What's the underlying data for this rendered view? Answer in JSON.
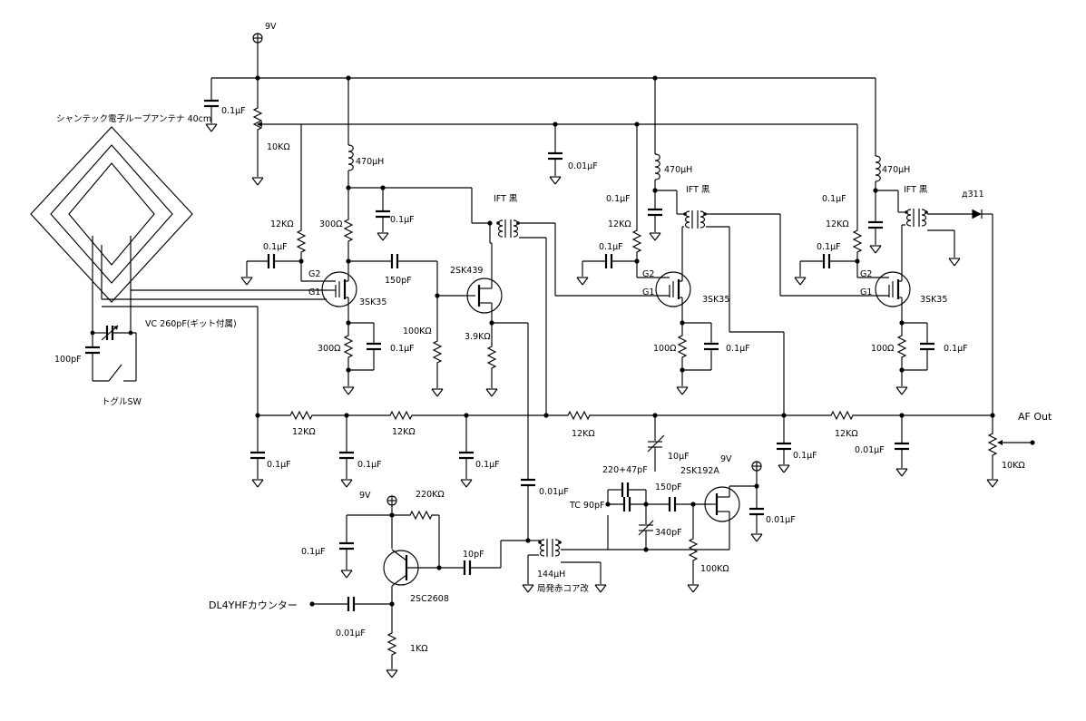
{
  "supply": "9V",
  "antenna": {
    "title": "シャンテック電子ループアンテナ 40cm"
  },
  "tuning": {
    "vc": "VC 260pF(ギット付属)",
    "cap": "100pF",
    "switch": "トグルSW"
  },
  "stage1": {
    "mosfet": "3SK35",
    "g1": "G1",
    "g2": "G2",
    "choke": "470μH",
    "r_drain": "300Ω",
    "r_source": "300Ω",
    "c_source": "0.1μF",
    "r_g2": "12KΩ",
    "c_g2": "0.1μF",
    "c_coupling": "150pF",
    "c_decouple": "0.1μF",
    "r_gate": "100KΩ",
    "supply_c": "0.1μF",
    "supply_r": "10KΩ",
    "bus_c": "0.01μF"
  },
  "buffer": {
    "fet": "2SK439",
    "r_source": "3.9KΩ",
    "ift": "IFT 黒"
  },
  "stage2": {
    "mosfet": "3SK35",
    "g1": "G1",
    "g2": "G2",
    "choke": "470μH",
    "c_supply": "0.1μF",
    "r_g2": "12KΩ",
    "c_g2": "0.1μF",
    "r_source": "100Ω",
    "c_source": "0.1μF",
    "ift": "IFT 黒"
  },
  "stage3": {
    "mosfet": "3SK35",
    "g1": "G1",
    "g2": "G2",
    "choke": "470μH",
    "c_supply": "0.1μF",
    "r_g2": "12KΩ",
    "c_g2": "0.1μF",
    "r_source": "100Ω",
    "c_source": "0.1μF",
    "ift": "IFT 黒"
  },
  "detector": {
    "diode": "д311",
    "output": "AF Out",
    "pot": "10KΩ"
  },
  "agc_bus": {
    "r1": "12KΩ",
    "r2": "12KΩ",
    "r3": "12KΩ",
    "r4": "12KΩ",
    "c1": "0.1μF",
    "c2": "0.1μF",
    "c3": "0.1μF",
    "c4": "0.1μF",
    "c5": "0.01μF",
    "c_var": "10μF",
    "c_link": "0.01μF"
  },
  "oscillator": {
    "fet": "2SK192A",
    "supply": "9V",
    "c_fixed": "220+47pF",
    "tc": "TC 90pF",
    "c_couple": "150pF",
    "c_var": "340pF",
    "r_gate": "100KΩ",
    "c_bypass": "0.01μF",
    "coil": "144μH",
    "coil_note": "局発赤コア改"
  },
  "counter_amp": {
    "transistor": "2SC2608",
    "supply": "9V",
    "r_bias": "220KΩ",
    "c_in": "10pF",
    "c_bypass": "0.1μF",
    "c_out": "0.01μF",
    "r_emitter": "1KΩ",
    "output": "DL4YHFカウンター"
  }
}
